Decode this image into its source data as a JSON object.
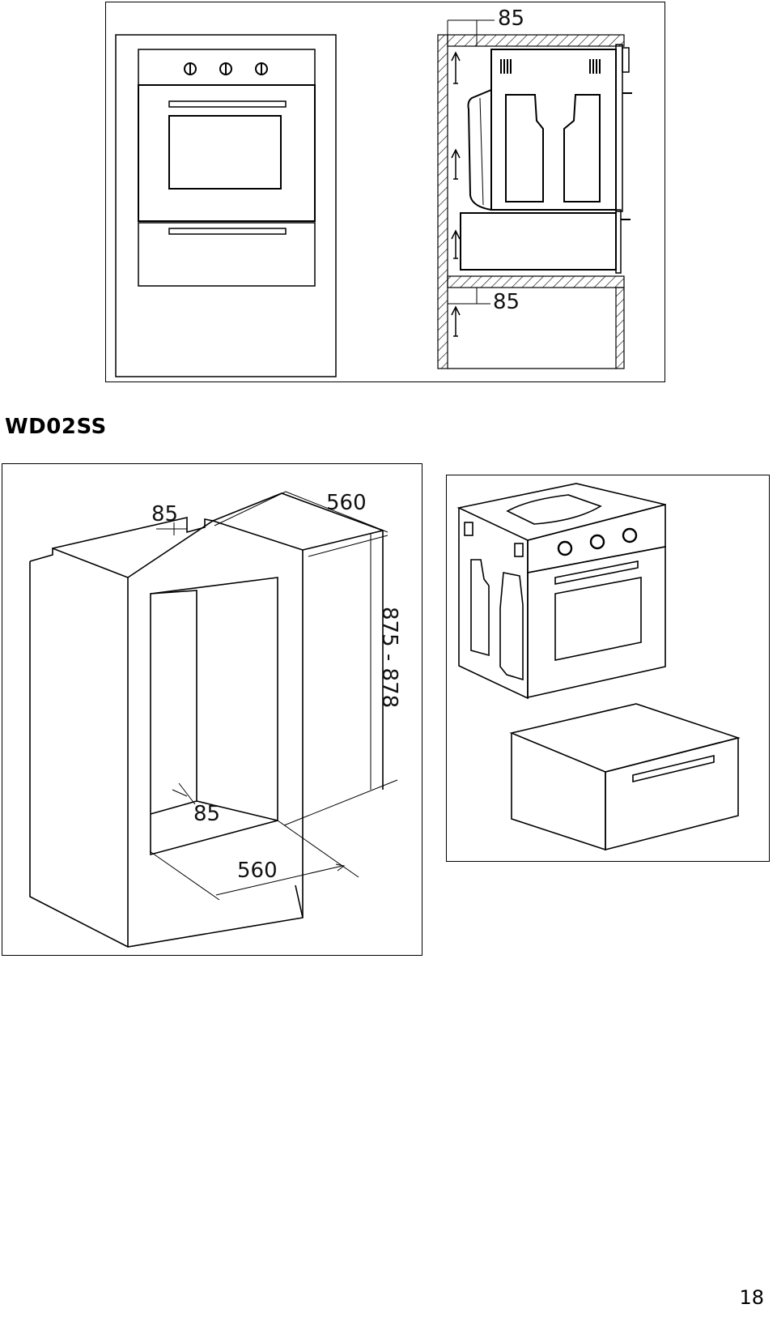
{
  "figure_top": {
    "dim_top": "85",
    "dim_bottom": "85"
  },
  "model_label": "WD02SS",
  "figure_cabinet": {
    "dim_depth": "560",
    "dim_gap_top": "85",
    "dim_height": "875 - 878",
    "dim_gap_bottom": "85",
    "dim_width": "560"
  },
  "page_number": "18"
}
